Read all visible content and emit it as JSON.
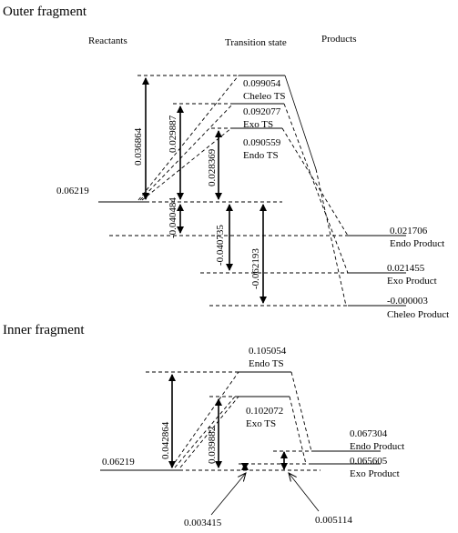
{
  "outer": {
    "title": "Outer fragment",
    "headers": {
      "reactants": "Reactants",
      "ts": "Transition state",
      "products": "Products"
    },
    "reactant_energy": "0.06219",
    "ts_cheleo": {
      "energy": "0.099054",
      "name": "Cheleo TS"
    },
    "ts_exo": {
      "energy": "0.092077",
      "name": "Exo TS"
    },
    "ts_endo": {
      "energy": "0.090559",
      "name": "Endo TS"
    },
    "prod_endo": {
      "energy": "0.021706",
      "name": "Endo Product"
    },
    "prod_exo": {
      "energy": "0.021455",
      "name": "Exo Product"
    },
    "prod_cheleo": {
      "energy": "-0.000003",
      "name": "Cheleo Product"
    },
    "diffs": {
      "d1": "0.036864",
      "d2": "0.029887",
      "d3": "0.028369",
      "d4": "-0.040484",
      "d5": "-0.040735",
      "d6": "-0.062193"
    }
  },
  "inner": {
    "title": "Inner fragment",
    "reactant_energy": "0.06219",
    "ts_endo": {
      "energy": "0.105054",
      "name": "Endo TS"
    },
    "ts_exo": {
      "energy": "0.102072",
      "name": "Exo TS"
    },
    "prod_endo": {
      "energy": "0.067304",
      "name": "Endo Product"
    },
    "prod_exo": {
      "energy": "0.065605",
      "name": "Exo Product"
    },
    "diffs": {
      "d1": "0.042864",
      "d2": "0.039882",
      "d3": "0.003415",
      "d4": "0.005114"
    }
  }
}
